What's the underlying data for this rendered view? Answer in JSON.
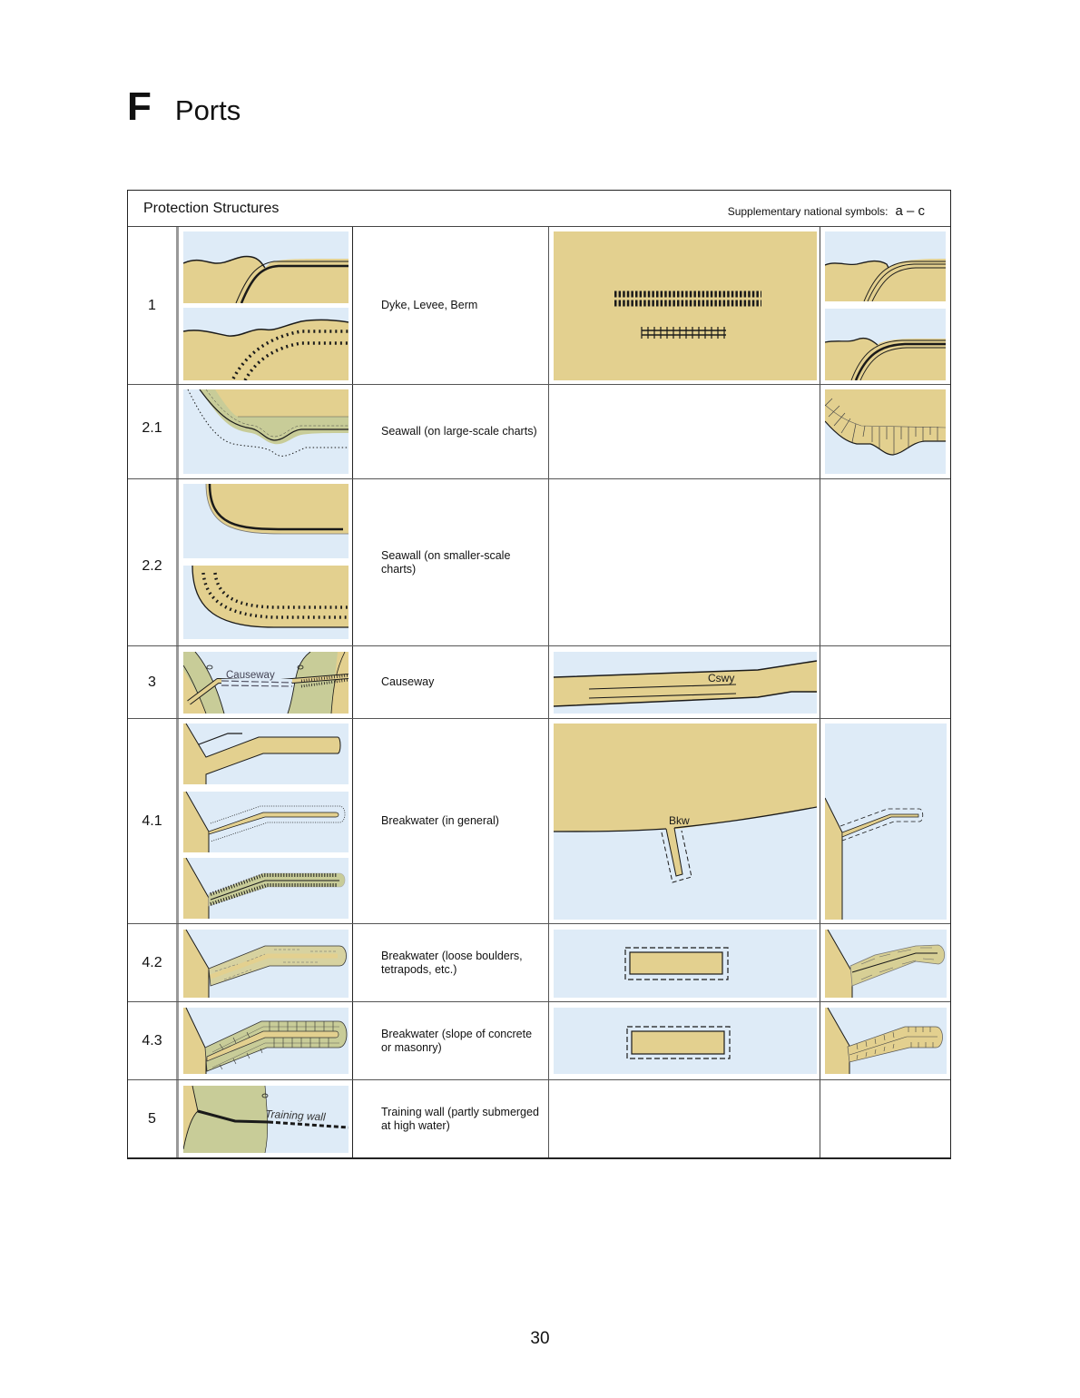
{
  "section": {
    "letter": "F",
    "title": "Ports"
  },
  "table": {
    "header_title": "Protection Structures",
    "supplementary_label": "Supplementary national symbols:",
    "supplementary_range": "a – c",
    "rows": [
      {
        "number": "1",
        "description": "Dyke, Levee, Berm"
      },
      {
        "number": "2.1",
        "description": "Seawall (on large-scale charts)"
      },
      {
        "number": "2.2",
        "description": "Seawall (on smaller-scale charts)"
      },
      {
        "number": "3",
        "description": "Causeway",
        "image_label": "Causeway",
        "int_label": "Cswy"
      },
      {
        "number": "4.1",
        "description": "Breakwater (in general)",
        "int_label": "Bkw"
      },
      {
        "number": "4.2",
        "description": "Breakwater (loose boulders, tetrapods, etc.)"
      },
      {
        "number": "4.3",
        "description": "Breakwater (slope of concrete or masonry)"
      },
      {
        "number": "5",
        "description": "Training wall (partly submerged at high water)",
        "image_label": "Training wall"
      }
    ]
  },
  "colors": {
    "land": "#e3d08f",
    "water": "#deebf7",
    "marsh": "#c8cc98",
    "line": "#1a1a1a"
  },
  "page_number": "30"
}
